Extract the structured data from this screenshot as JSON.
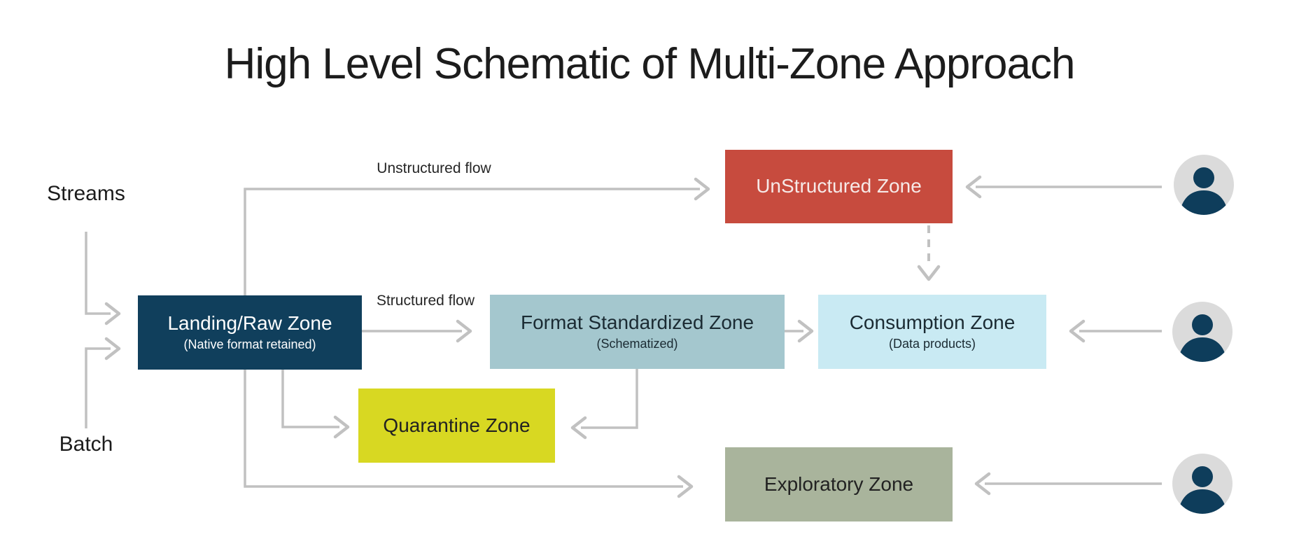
{
  "title": "High Level Schematic of Multi-Zone Approach",
  "colors": {
    "arrow": "#c1c1c1",
    "person-bg": "#dbdbdb",
    "person-body": "#0e3d5b"
  },
  "source_labels": {
    "streams": "Streams",
    "batch": "Batch"
  },
  "flow_labels": {
    "unstructured": "Unstructured flow",
    "structured": "Structured flow"
  },
  "zones": {
    "landing": {
      "label": "Landing/Raw Zone",
      "sublabel": "(Native format retained)",
      "color": "#103f5c",
      "text_color": "#ffffff"
    },
    "unstructured": {
      "label": "UnStructured Zone",
      "color": "#c74b3e",
      "text_color": "#f6e9e7"
    },
    "format": {
      "label": "Format Standardized Zone",
      "sublabel": "(Schematized)",
      "color": "#a4c7ce",
      "text_color": "#1b2b33"
    },
    "consumption": {
      "label": "Consumption Zone",
      "sublabel": "(Data products)",
      "color": "#c9eaf3",
      "text_color": "#1b2b33"
    },
    "quarantine": {
      "label": "Quarantine Zone",
      "color": "#d8d822",
      "text_color": "#222222"
    },
    "exploratory": {
      "label": "Exploratory Zone",
      "color": "#a9b49c",
      "text_color": "#222222"
    }
  },
  "icons": {
    "user": "person-silhouette-in-gray-circle"
  }
}
